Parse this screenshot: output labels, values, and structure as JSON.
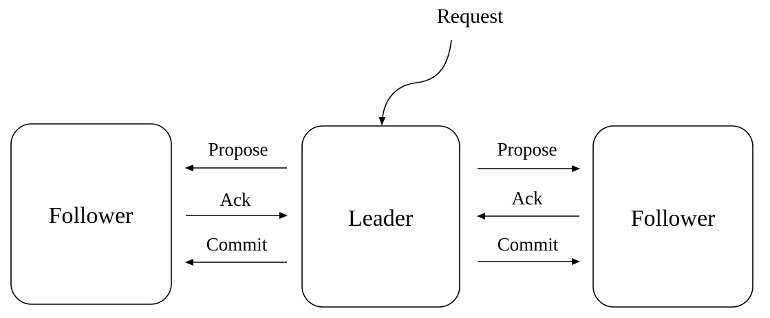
{
  "diagram": {
    "request": {
      "label": "Request"
    },
    "nodes": {
      "left": {
        "label": "Follower"
      },
      "center": {
        "label": "Leader"
      },
      "right": {
        "label": "Follower"
      }
    },
    "edges": {
      "left_propose": {
        "label": "Propose"
      },
      "left_ack": {
        "label": "Ack"
      },
      "left_commit": {
        "label": "Commit"
      },
      "right_propose": {
        "label": "Propose"
      },
      "right_ack": {
        "label": "Ack"
      },
      "right_commit": {
        "label": "Commit"
      }
    }
  }
}
